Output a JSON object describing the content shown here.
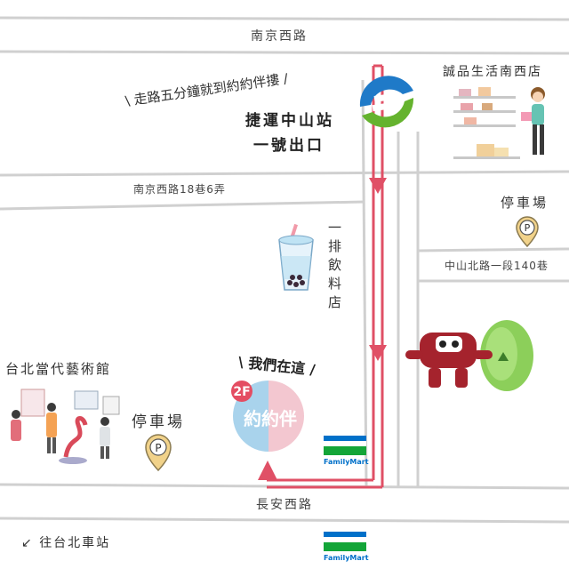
{
  "roads": {
    "nanjing_w": "南京西路",
    "lane_18_6": "南京西路18巷6弄",
    "zhongshan_n_140": "中山北路一段140巷",
    "changan_w": "長安西路"
  },
  "walk_hint": "走路五分鐘就到約約伴摟",
  "mrt_station": {
    "line1": "捷運中山站",
    "line2": "一號出口"
  },
  "store_name": "誠品生活南西店",
  "parking_right": "停車場",
  "parking_left": "停車場",
  "drink_shop": "一排飲料店",
  "museum_name": "台北當代藝術館",
  "we_are_here": "我們在這",
  "brand": {
    "floor": "2F",
    "name": "約約伴"
  },
  "familymart_label": "FamilyMart",
  "to_station": "往台北車站",
  "parking_symbol": "P",
  "colors": {
    "route": "#e05066",
    "road": "#d9d9d9",
    "blue": "#a9d3ec",
    "pink": "#f3c7d0"
  }
}
